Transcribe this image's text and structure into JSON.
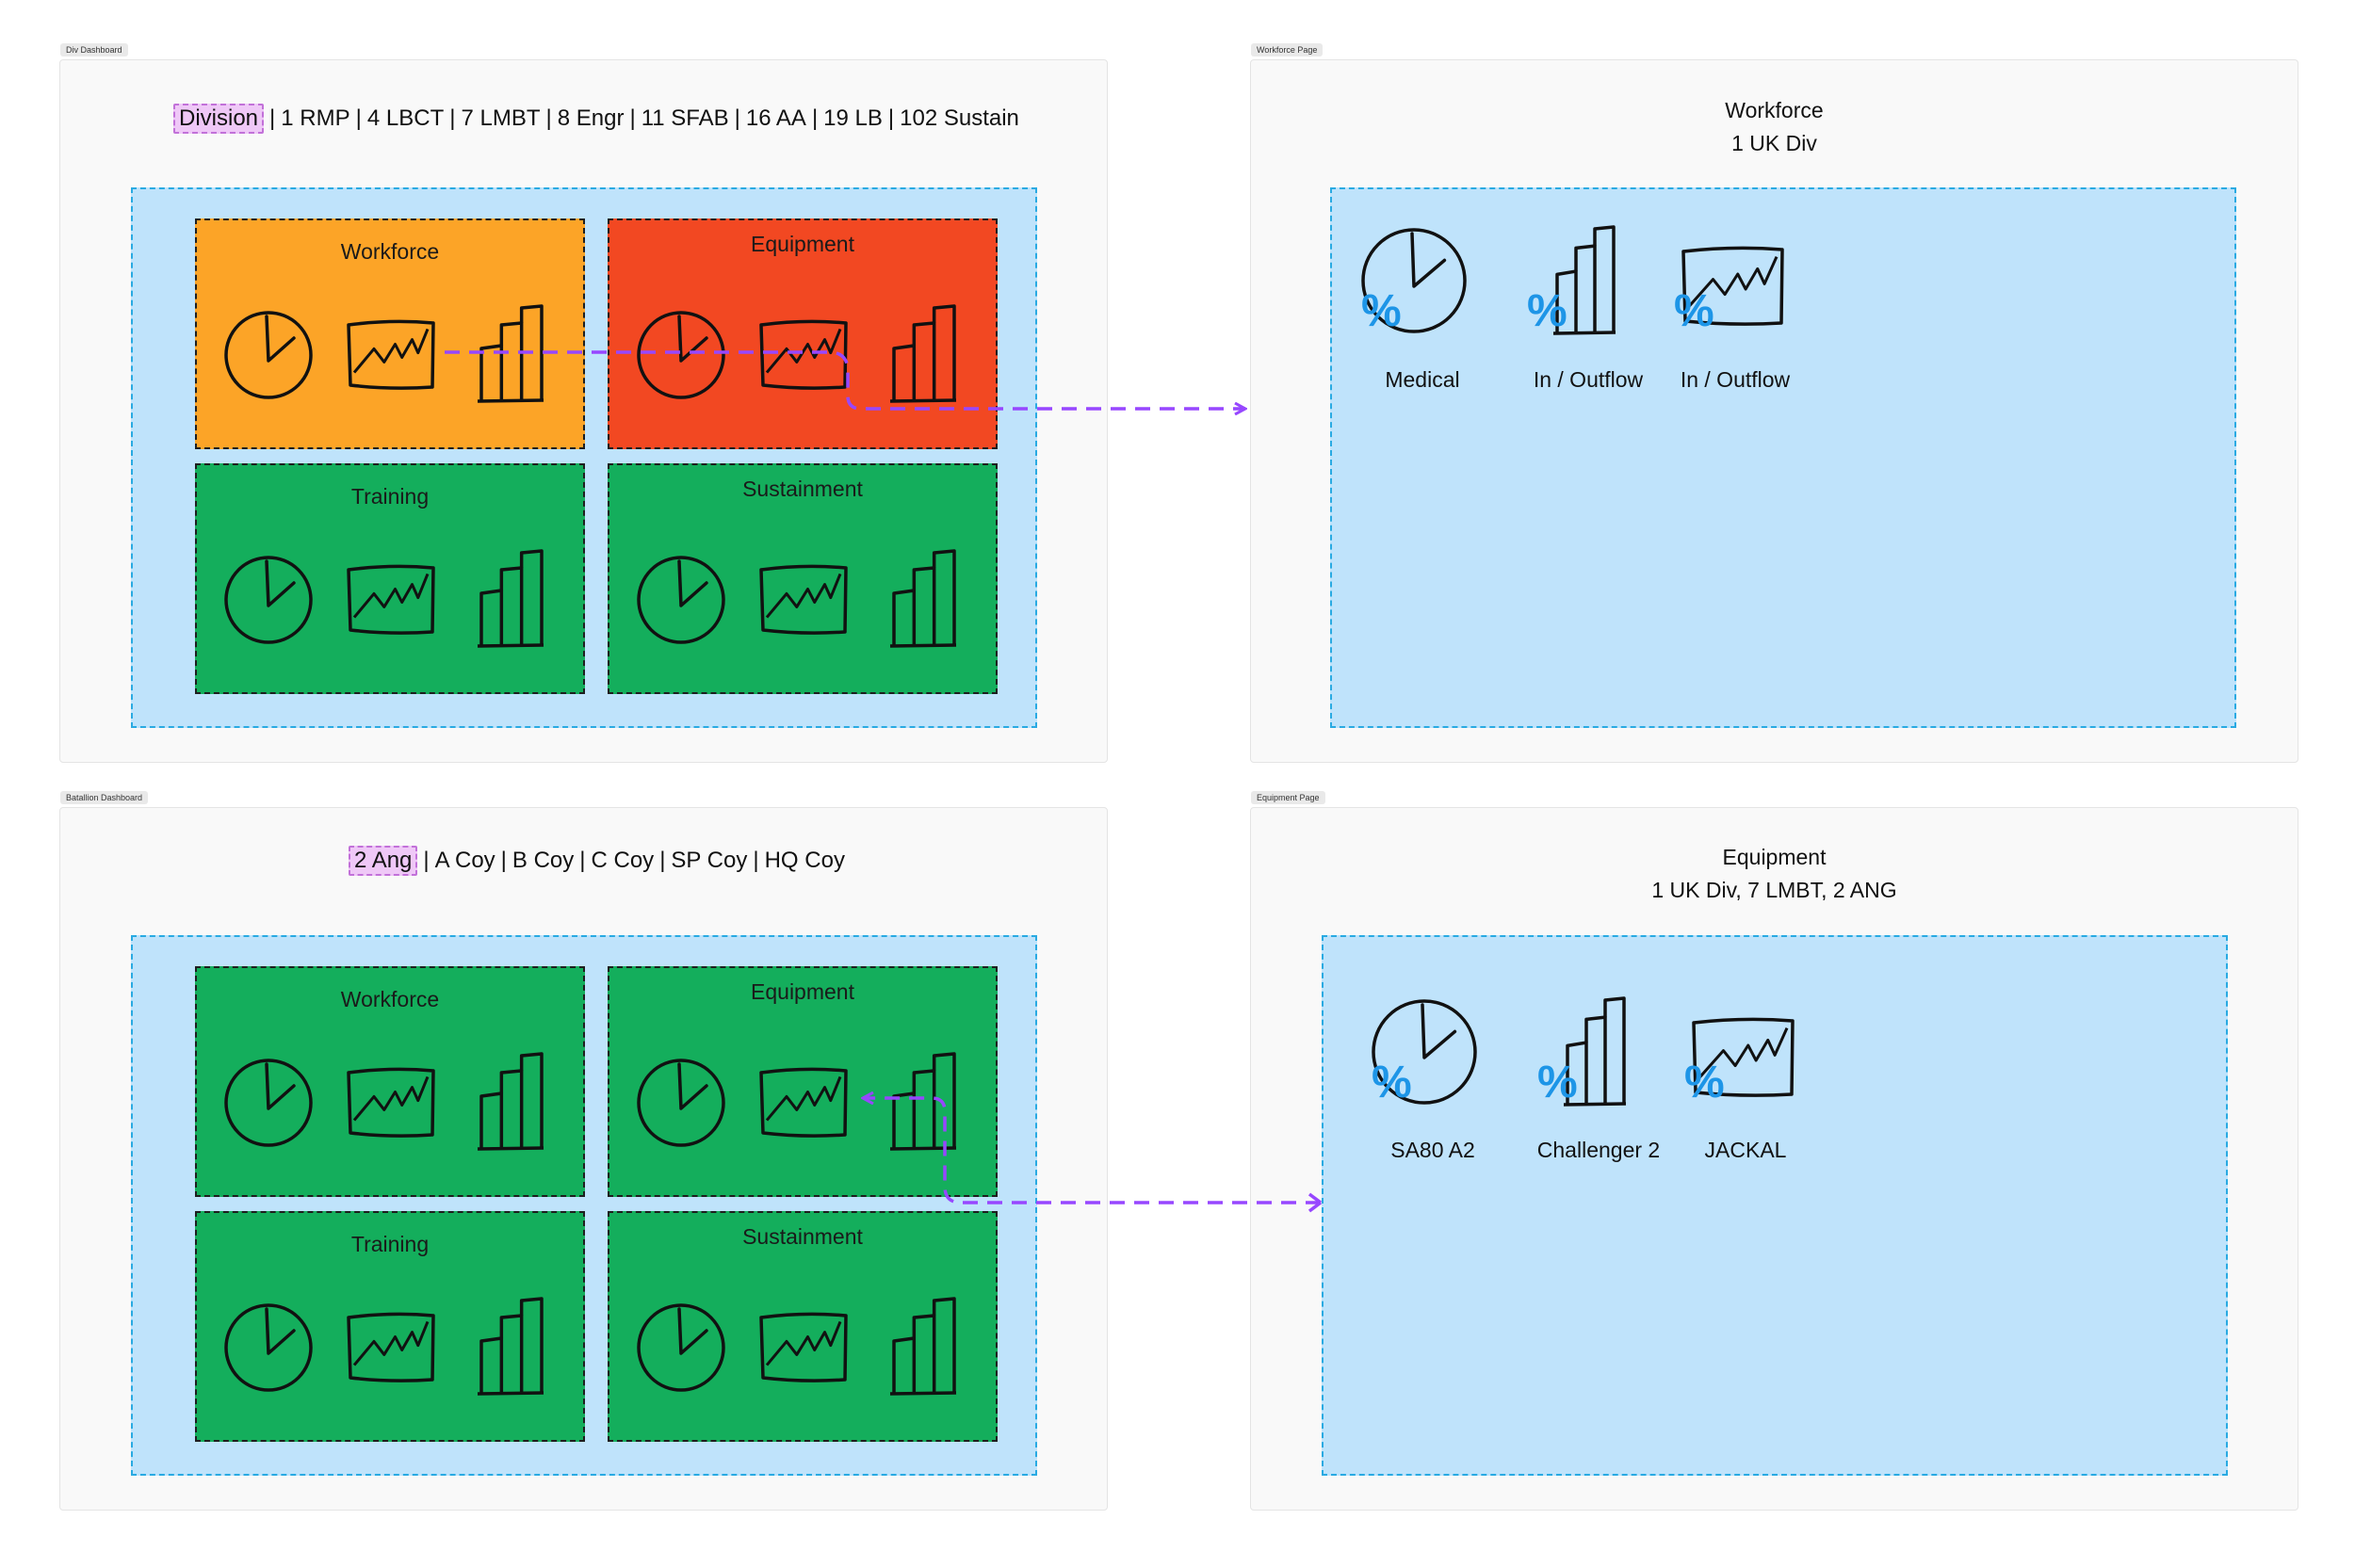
{
  "colors": {
    "amber": "#fca427",
    "red": "#f24822",
    "green": "#14ae5c",
    "region_blue": "#bfe3fb",
    "percent_blue": "#1d95e7",
    "arrow_purple": "#9747ff"
  },
  "div_dashboard": {
    "frame_label": "Div Dashboard",
    "nav": [
      "Division",
      "1 RMP",
      "4 LBCT",
      "7 LMBT",
      "8 Engr",
      "11 SFAB",
      "16 AA",
      "19 LB",
      "102 Sustain"
    ],
    "tiles": [
      {
        "title": "Workforce",
        "status": "amber",
        "icons": [
          "pie-chart-icon",
          "line-chart-icon",
          "bar-chart-icon"
        ]
      },
      {
        "title": "Equipment",
        "status": "red",
        "icons": [
          "pie-chart-icon",
          "line-chart-icon",
          "bar-chart-icon"
        ]
      },
      {
        "title": "Training",
        "status": "green",
        "icons": [
          "pie-chart-icon",
          "line-chart-icon",
          "bar-chart-icon"
        ]
      },
      {
        "title": "Sustainment",
        "status": "green",
        "icons": [
          "pie-chart-icon",
          "line-chart-icon",
          "bar-chart-icon"
        ]
      }
    ]
  },
  "workforce_page": {
    "frame_label": "Workforce Page",
    "title": "Workforce",
    "subtitle": "1 UK Div",
    "metrics": [
      {
        "label": "Medical",
        "icon": "pie-chart-icon"
      },
      {
        "label": "In / Outflow",
        "icon": "bar-chart-icon"
      },
      {
        "label": "In / Outflow",
        "icon": "line-chart-icon"
      }
    ],
    "percent_symbol": "%"
  },
  "battalion_dashboard": {
    "frame_label": "Batallion Dashboard",
    "nav": [
      "2 Ang",
      "A Coy",
      "B Coy",
      "C Coy",
      "SP Coy",
      "HQ Coy"
    ],
    "tiles": [
      {
        "title": "Workforce",
        "status": "green",
        "icons": [
          "pie-chart-icon",
          "line-chart-icon",
          "bar-chart-icon"
        ]
      },
      {
        "title": "Equipment",
        "status": "green",
        "icons": [
          "pie-chart-icon",
          "line-chart-icon",
          "bar-chart-icon"
        ]
      },
      {
        "title": "Training",
        "status": "green",
        "icons": [
          "pie-chart-icon",
          "line-chart-icon",
          "bar-chart-icon"
        ]
      },
      {
        "title": "Sustainment",
        "status": "green",
        "icons": [
          "pie-chart-icon",
          "line-chart-icon",
          "bar-chart-icon"
        ]
      }
    ]
  },
  "equipment_page": {
    "frame_label": "Equipment Page",
    "title": "Equipment",
    "subtitle": "1 UK Div, 7 LMBT, 2 ANG",
    "metrics": [
      {
        "label": "SA80 A2",
        "icon": "pie-chart-icon"
      },
      {
        "label": "Challenger 2",
        "icon": "bar-chart-icon"
      },
      {
        "label": "JACKAL",
        "icon": "line-chart-icon"
      }
    ],
    "percent_symbol": "%"
  }
}
